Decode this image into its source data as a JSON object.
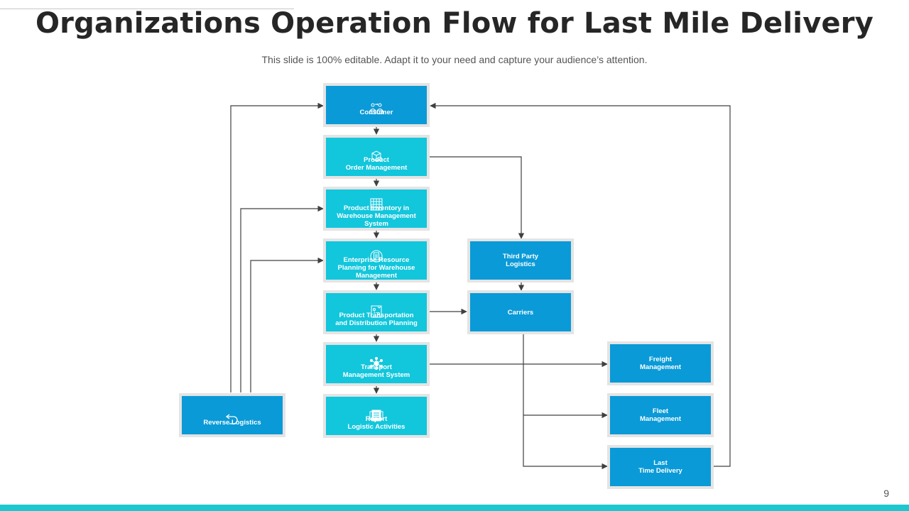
{
  "header": {
    "title": "Organizations Operation Flow for Last Mile Delivery",
    "subtitle": "This slide is 100% editable. Adapt it to your need and capture your audience’s attention."
  },
  "nodes": {
    "consumer": {
      "label": "Consumer",
      "icon": "people-exchange-icon"
    },
    "product_order": {
      "label": "Product\nOrder Management",
      "icon": "package-gear-icon"
    },
    "product_inventory": {
      "label": "Product Inventory in\nWarehouse Management\nSystem",
      "icon": "grid-table-icon"
    },
    "erp": {
      "label": "Enterprise Resource\nPlanning for Warehouse\nManagement",
      "icon": "document-list-icon"
    },
    "transport_planning": {
      "label": "Product Transportation\nand Distribution Planning",
      "icon": "route-planning-icon"
    },
    "tms": {
      "label": "Transport\nManagement System",
      "icon": "network-hub-icon"
    },
    "report": {
      "label": "Report\nLogistic Activities",
      "icon": "report-clipboard-icon"
    },
    "reverse_logistics": {
      "label": "Reverse Logistics",
      "icon": "undo-arrow-icon"
    },
    "third_party": {
      "label": "Third Party\nLogistics"
    },
    "carriers": {
      "label": "Carriers"
    },
    "freight": {
      "label": "Freight\nManagement"
    },
    "fleet": {
      "label": "Fleet\nManagement"
    },
    "last_time": {
      "label": "Last\nTime Delivery"
    }
  },
  "colors": {
    "primary_blue": "#0a9ad7",
    "cyan": "#12c6dc",
    "accent_bar": "#1cc7d0",
    "connector": "#404040"
  },
  "footer": {
    "page_number": "9"
  }
}
